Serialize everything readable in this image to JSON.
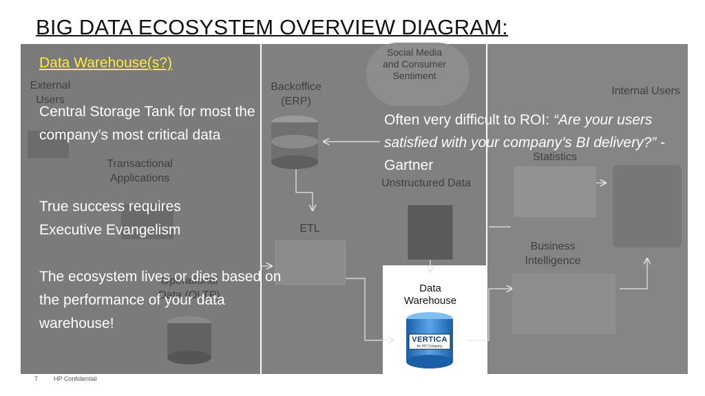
{
  "title": "BIG DATA ECOSYSTEM OVERVIEW DIAGRAM:",
  "nodes": {
    "external_users": "External Users",
    "backoffice": "Backoffice (ERP)",
    "social": "Social Media and Consumer Sentiment",
    "internal_users": "Internal Users",
    "transactional": "Transactional Applications",
    "statistics": "Statistics",
    "unstructured": "Unstructured Data",
    "etl": "ETL",
    "business_intelligence": "Business Intelligence",
    "operational": "Operational Data (OLTP)",
    "data_warehouse": "Data Warehouse"
  },
  "overlay": {
    "heading": "Data Warehouse(s?)",
    "p1": "Central Storage Tank for most the company’s most critical data",
    "p2": "True success requires Executive Evangelism",
    "p3": "The ecosystem lives or dies based on the performance of your data warehouse!",
    "quote_lead": "Often very difficult to ROI: ",
    "quote_text": "“Are your users satisfied with your company’s BI delivery?”",
    "quote_attr": " - Gartner"
  },
  "logo": {
    "brand": "VERTICA",
    "sub": "An HP Company"
  },
  "footer": {
    "page": "7",
    "confidential": "HP Confidential"
  }
}
